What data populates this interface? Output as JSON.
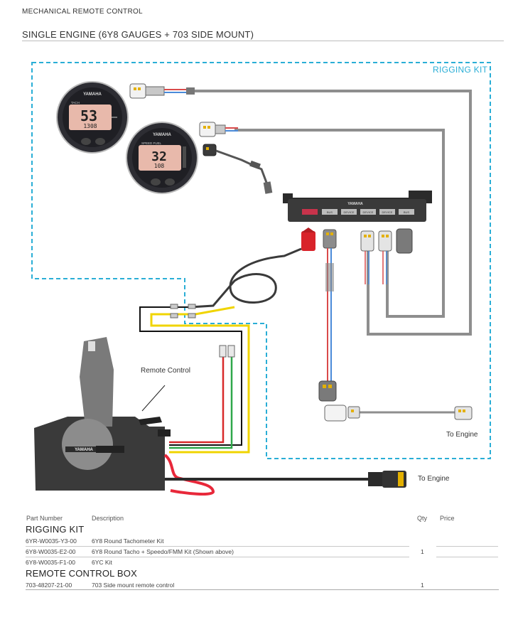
{
  "header": {
    "category": "MECHANICAL REMOTE CONTROL",
    "title": "SINGLE ENGINE (6Y8 GAUGES + 703 SIDE MOUNT)"
  },
  "diagram": {
    "rigging_kit_label": "RIGGING KIT",
    "remote_control_label": "Remote Control",
    "to_engine_1": "To Engine",
    "to_engine_2": "To Engine",
    "tach_brand": "YAMAHA",
    "tach_label": "TACH",
    "tach_value": "53",
    "tach_sub": "1308",
    "speedo_brand": "YAMAHA",
    "speedo_label": "SPEED FUEL",
    "speedo_value": "32",
    "speedo_sub": "108",
    "hub_brand": "YAMAHA",
    "hub_ports": [
      "",
      "BUS",
      "DEVICE",
      "DEVICE",
      "DEVICE",
      "BUS"
    ],
    "remote_brand": "YAMAHA",
    "accent_color": "#2aaed6"
  },
  "table": {
    "headers": {
      "part": "Part Number",
      "desc": "Description",
      "qty": "Qty",
      "price": "Price"
    },
    "sections": [
      {
        "title": "RIGGING KIT",
        "rows": [
          {
            "part": "6YR-W0035-Y3-00",
            "desc": "6Y8 Round Tachometer Kit"
          },
          {
            "part": "6Y8-W0035-E2-00",
            "desc": "6Y8 Round Tacho + Speedo/FMM Kit (Shown above)"
          },
          {
            "part": "6Y8-W0035-F1-00",
            "desc": "6YC Kit"
          }
        ],
        "qty": "1"
      },
      {
        "title": "REMOTE CONTROL BOX",
        "rows": [
          {
            "part": "703-48207-21-00",
            "desc": "703 Side mount remote control"
          }
        ],
        "qty": "1"
      }
    ]
  }
}
